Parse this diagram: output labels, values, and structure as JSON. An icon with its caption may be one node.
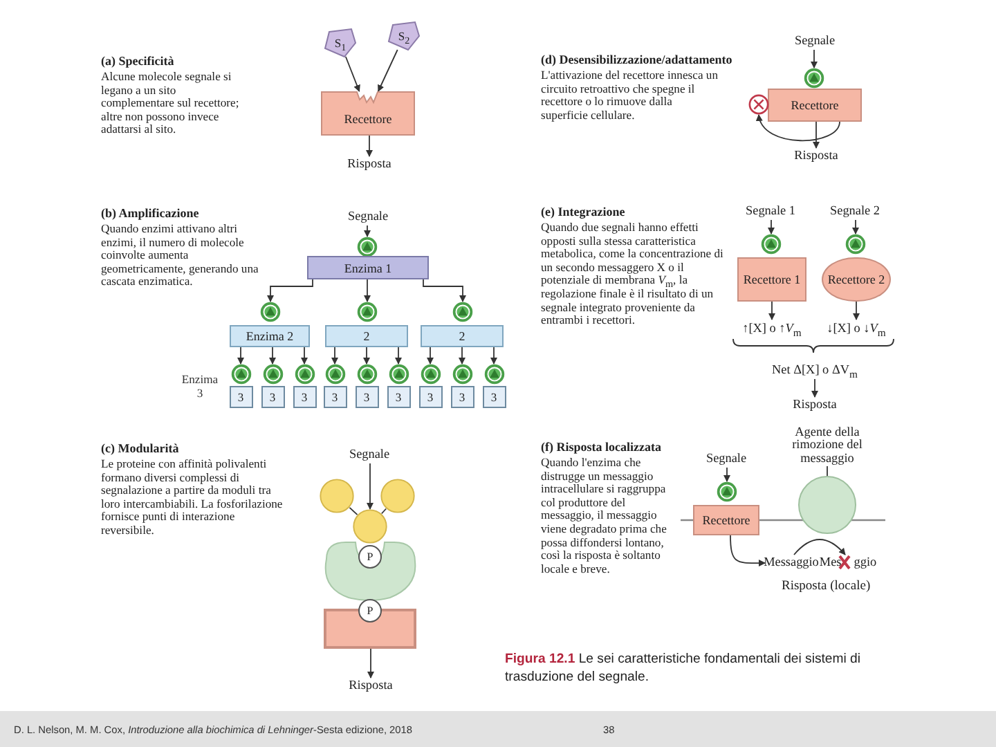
{
  "diagram": {
    "caption": "**Figura 12.1** Le sei caratteristiche fondamentali dei sistemi di trasduzione del segnale.",
    "nodes": [
      {
        "text": [
          "S$_{1}$"
        ]
      },
      {
        "text": [
          "S$_{2}$"
        ]
      },
      {
        "text": [
          "Recettore"
        ]
      },
      {
        "text": [
          "Risposta"
        ]
      },
      {
        "text": [
          "Segnale"
        ]
      },
      {
        "text": [],
        "shape": "circle"
      },
      {
        "text": [
          "Recettore"
        ]
      },
      {
        "text": [],
        "shape": "circle"
      },
      {
        "text": [
          "Risposta"
        ]
      },
      {
        "text": [
          "Segnale"
        ]
      },
      {
        "text": [],
        "shape": "circle"
      },
      {
        "text": [
          "Enzima 1"
        ]
      },
      {
        "text": [],
        "shape": "circle"
      },
      {
        "text": [],
        "shape": "circle"
      },
      {
        "text": [],
        "shape": "circle"
      },
      {
        "text": [
          "Enzima 2"
        ]
      },
      {
        "text": [
          "2"
        ]
      },
      {
        "text": [
          "2"
        ]
      },
      {
        "text": [],
        "shape": "circle"
      },
      {
        "text": [],
        "shape": "circle"
      },
      {
        "text": [],
        "shape": "circle"
      },
      {
        "text": [],
        "shape": "circle"
      },
      {
        "text": [],
        "shape": "circle"
      },
      {
        "text": [],
        "shape": "circle"
      },
      {
        "text": [],
        "shape": "circle"
      },
      {
        "text": [],
        "shape": "circle"
      },
      {
        "text": [],
        "shape": "circle"
      },
      {
        "text": [
          "3"
        ],
        "beside": [
          "Enzima 3"
        ]
      },
      {
        "text": [
          "3"
        ]
      },
      {
        "text": [
          "3"
        ]
      },
      {
        "text": [
          "3"
        ]
      },
      {
        "text": [
          "3"
        ]
      },
      {
        "text": [
          "3"
        ]
      },
      {
        "text": [
          "3"
        ]
      },
      {
        "text": [
          "3"
        ]
      },
      {
        "text": [
          "3"
        ]
      },
      {
        "text": [
          "Segnale 1"
        ]
      },
      {
        "text": [
          "Segnale 2"
        ]
      },
      {
        "text": [],
        "shape": "circle"
      },
      {
        "text": [],
        "shape": "circle"
      },
      {
        "text": [
          "Recettore 1"
        ]
      },
      {
        "text": [
          "Recettore 2"
        ]
      },
      {
        "text": [
          "↑[X] o ↑*V*$_{m}$"
        ]
      },
      {
        "text": [
          "↓[X] o ↓*V*$_{m}$"
        ]
      },
      {
        "text": [
          "Net Δ[X] o ΔV$_{m}$"
        ]
      },
      {
        "text": [
          "Risposta"
        ]
      },
      {
        "text": [
          "Segnale"
        ]
      },
      {
        "text": [],
        "shape": "circle"
      },
      {
        "text": [],
        "shape": "circle"
      },
      {
        "text": [],
        "shape": "circle"
      },
      {
        "text": [
          "P"
        ]
      },
      {
        "text": [],
        "shape": "blob"
      },
      {
        "text": [
          "P"
        ]
      },
      {
        "text": [],
        "shape": "box"
      },
      {
        "text": [
          "Risposta"
        ]
      },
      {
        "text": [
          "Segnale"
        ]
      },
      {
        "text": [],
        "shape": "circle"
      },
      {
        "text": [
          "Recettore"
        ]
      },
      {
        "text": [
          "Agente della rimozione del messaggio"
        ]
      },
      {
        "text": [],
        "shape": "circle"
      },
      {
        "text": [
          "Messaggio"
        ]
      },
      {
        "text": [
          "Mes",
          "ggio"
        ]
      }
    ],
    "edges": [
      {
        "from": 0,
        "to": 2,
        "arrow": "to"
      },
      {
        "from": 1,
        "to": 2,
        "arrow": "to"
      },
      {
        "from": 2,
        "to": 3,
        "arrow": "to"
      },
      {
        "from": 4,
        "to": 5,
        "arrow": "to"
      },
      {
        "from": 6,
        "to": 7,
        "arrow": "to"
      },
      {
        "from": 6,
        "to": 8,
        "arrow": "to"
      },
      {
        "from": 9,
        "to": 10,
        "arrow": "to"
      },
      {
        "from": 11,
        "to": 12,
        "arrow": "to"
      },
      {
        "from": 11,
        "to": 13,
        "arrow": "to"
      },
      {
        "from": 11,
        "to": 14,
        "arrow": "to"
      },
      {
        "from": 15,
        "to": 18,
        "arrow": "to"
      },
      {
        "from": 15,
        "to": 19,
        "arrow": "to"
      },
      {
        "from": 15,
        "to": 20,
        "arrow": "to"
      },
      {
        "from": 16,
        "to": 21,
        "arrow": "to"
      },
      {
        "from": 16,
        "to": 22,
        "arrow": "to"
      },
      {
        "from": 16,
        "to": 23,
        "arrow": "to"
      },
      {
        "from": 17,
        "to": 24,
        "arrow": "to"
      },
      {
        "from": 17,
        "to": 25,
        "arrow": "to"
      },
      {
        "from": 17,
        "to": 26,
        "arrow": "to"
      },
      {
        "from": 36,
        "to": 38,
        "arrow": "to"
      },
      {
        "from": 37,
        "to": 39,
        "arrow": "to"
      },
      {
        "from": 40,
        "to": 42,
        "arrow": "to"
      },
      {
        "from": 41,
        "to": 43,
        "arrow": "to"
      },
      {
        "from": 44,
        "to": 45,
        "arrow": "to"
      },
      {
        "from": 46,
        "to": 49,
        "arrow": "to"
      },
      {
        "from": 47,
        "to": 49,
        "arrow": "none"
      },
      {
        "from": 48,
        "to": 49,
        "arrow": "none"
      },
      {
        "from": 53,
        "to": 54,
        "arrow": "to"
      },
      {
        "from": 55,
        "to": 56,
        "arrow": "to"
      },
      {
        "from": 57,
        "to": 60,
        "arrow": "to"
      },
      {
        "from": 58,
        "to": 59,
        "arrow": "none"
      },
      {
        "from": 60,
        "to": 61,
        "arrow": "to"
      }
    ],
    "labels": [
      "(a) Specificità",
      "Alcune molecole segnale si legano a un sito complementare sul recettore; altre non possono invece adattarsi al sito.",
      "(d) Desensibilizzazione/adattamento",
      "L'attivazione del recettore innesca un circuito retroattivo che spegne il recettore o lo rimuove dalla superficie cellulare.",
      "(b) Amplificazione",
      "Quando enzimi attivano altri enzimi, il numero di molecole coinvolte aumenta geometricamente, generando una cascata enzimatica.",
      "(e) Integrazione",
      "Quando due segnali hanno effetti opposti sulla stessa caratteristica metabolica, come la concentrazione di un secondo messaggero X o il potenziale di membrana *V*$_{m}$, la regolazione finale è il risultato di un segnale integrato proveniente da entrambi i recettori.",
      "(c) Modularità",
      "Le proteine con affinità polivalenti formano diversi complessi di segnalazione a partire da moduli tra loro intercambiabili. La fosforilazione fornisce punti di interazione reversibile.",
      "(f) Risposta localizzata",
      "Quando l'enzima che distrugge un messaggio intracellulare si raggruppa col produttore del messaggio, il messaggio viene degradato prima che possa diffondersi lontano, così la risposta è soltanto locale e breve.",
      "Risposta (locale)",
      "D. L. Nelson, M. M. Cox, *Introduzione alla biochimica di Lehninger*-Sesta edizione, 2018",
      "38"
    ]
  }
}
